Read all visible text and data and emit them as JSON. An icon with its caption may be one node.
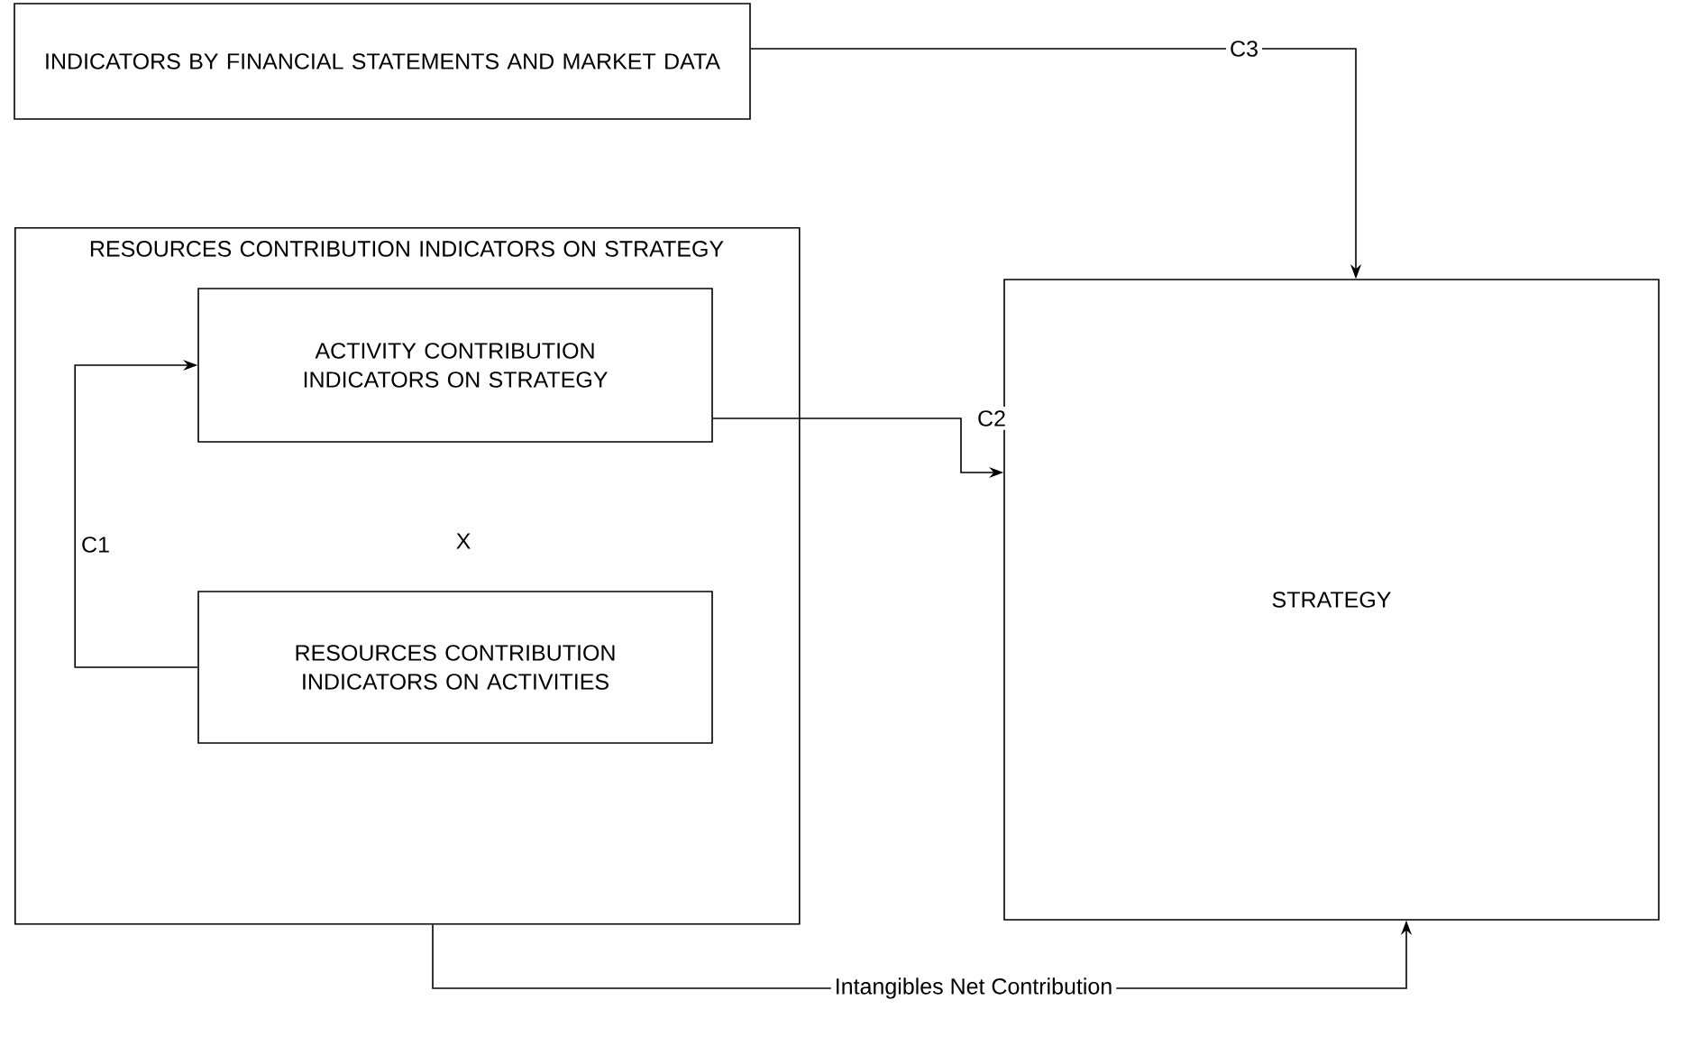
{
  "diagram": {
    "nodes": [
      {
        "text": [
          "INDICATORS BY FINANCIAL STATEMENTS AND MARKET DATA"
        ]
      },
      {
        "text": [
          "RESOURCES CONTRIBUTION INDICATORS ON STRATEGY"
        ]
      },
      {
        "text": [
          "ACTIVITY CONTRIBUTION INDICATORS ON STRATEGY"
        ],
        "in": 1
      },
      {
        "text": [
          "RESOURCES CONTRIBUTION INDICATORS ON ACTIVITIES"
        ],
        "in": 1
      },
      {
        "text": [
          "STRATEGY"
        ]
      }
    ],
    "edges": [
      {
        "from": 3,
        "to": 2,
        "arrow": "to",
        "label": "C1"
      },
      {
        "from": 2,
        "to": 4,
        "arrow": "to",
        "label": "C2"
      },
      {
        "from": 0,
        "to": 4,
        "arrow": "to",
        "label": "C3"
      },
      {
        "from": 1,
        "to": 4,
        "arrow": "to",
        "label": "Intangibles Net Contribution"
      }
    ],
    "labels": [
      "X"
    ]
  }
}
